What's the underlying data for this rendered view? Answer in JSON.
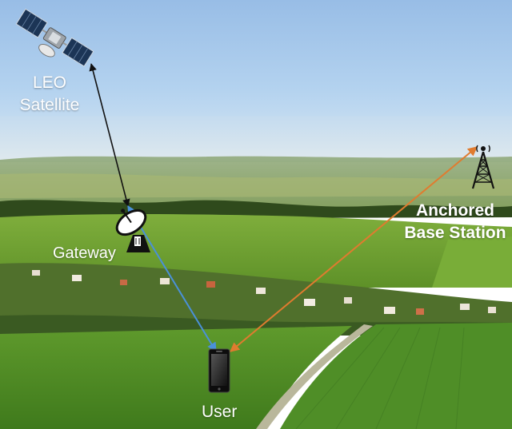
{
  "labels": {
    "leo_line1": "LEO",
    "leo_line2": "Satellite",
    "gateway": "Gateway",
    "base_line1": "Anchored",
    "base_line2": "Base Station",
    "user": "User"
  },
  "links": [
    {
      "name": "satellite-gateway-link",
      "color": "#111111"
    },
    {
      "name": "gateway-user-link",
      "color": "#4a90d9"
    },
    {
      "name": "basestation-user-link",
      "color": "#e07b2f"
    }
  ],
  "icons": [
    "satellite-icon",
    "dish-antenna-icon",
    "tower-icon",
    "smartphone-icon"
  ],
  "colors": {
    "sky": "#a9cbec",
    "field": "#6d9a36",
    "label_text": "#ffffff"
  }
}
